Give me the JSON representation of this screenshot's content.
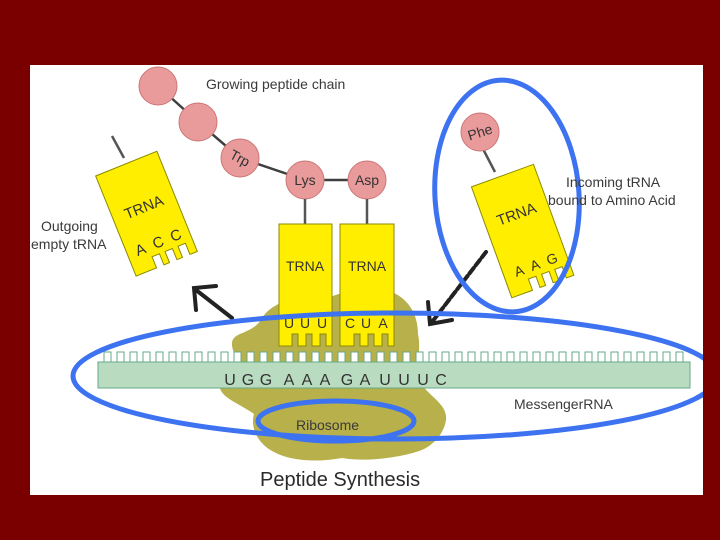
{
  "title": "Peptide Synthesis",
  "labels": {
    "growing_chain": "Growing peptide chain",
    "outgoing_line1": "Outgoing",
    "outgoing_line2": "empty tRNA",
    "incoming_line1": "Incoming  tRNA",
    "incoming_line2": "bound to Amino Acid",
    "mrna": "MessengerRNA",
    "ribosome": "Ribosome"
  },
  "amino_acids": {
    "trp": "Trp",
    "lys": "Lys",
    "asp": "Asp",
    "phe": "Phe"
  },
  "trna_label": "TRNA",
  "anticodons": {
    "outgoing": [
      "A",
      "C",
      "C"
    ],
    "site1": [
      "U",
      "U",
      "U"
    ],
    "site2": [
      "C",
      "U",
      "A"
    ],
    "incoming": [
      "A",
      "A",
      "G"
    ]
  },
  "mrna_sequence": [
    "U",
    "G",
    "G",
    "A",
    "A",
    "A",
    "G",
    "A",
    "U",
    "U",
    "U",
    "C"
  ],
  "colors": {
    "background": "#7a0000",
    "trna": "#ffee00",
    "amino_acid": "#e99a9a",
    "ribosome": "#b8b04a",
    "mrna": "#b9dcc0",
    "highlight": "#3d72f0"
  }
}
